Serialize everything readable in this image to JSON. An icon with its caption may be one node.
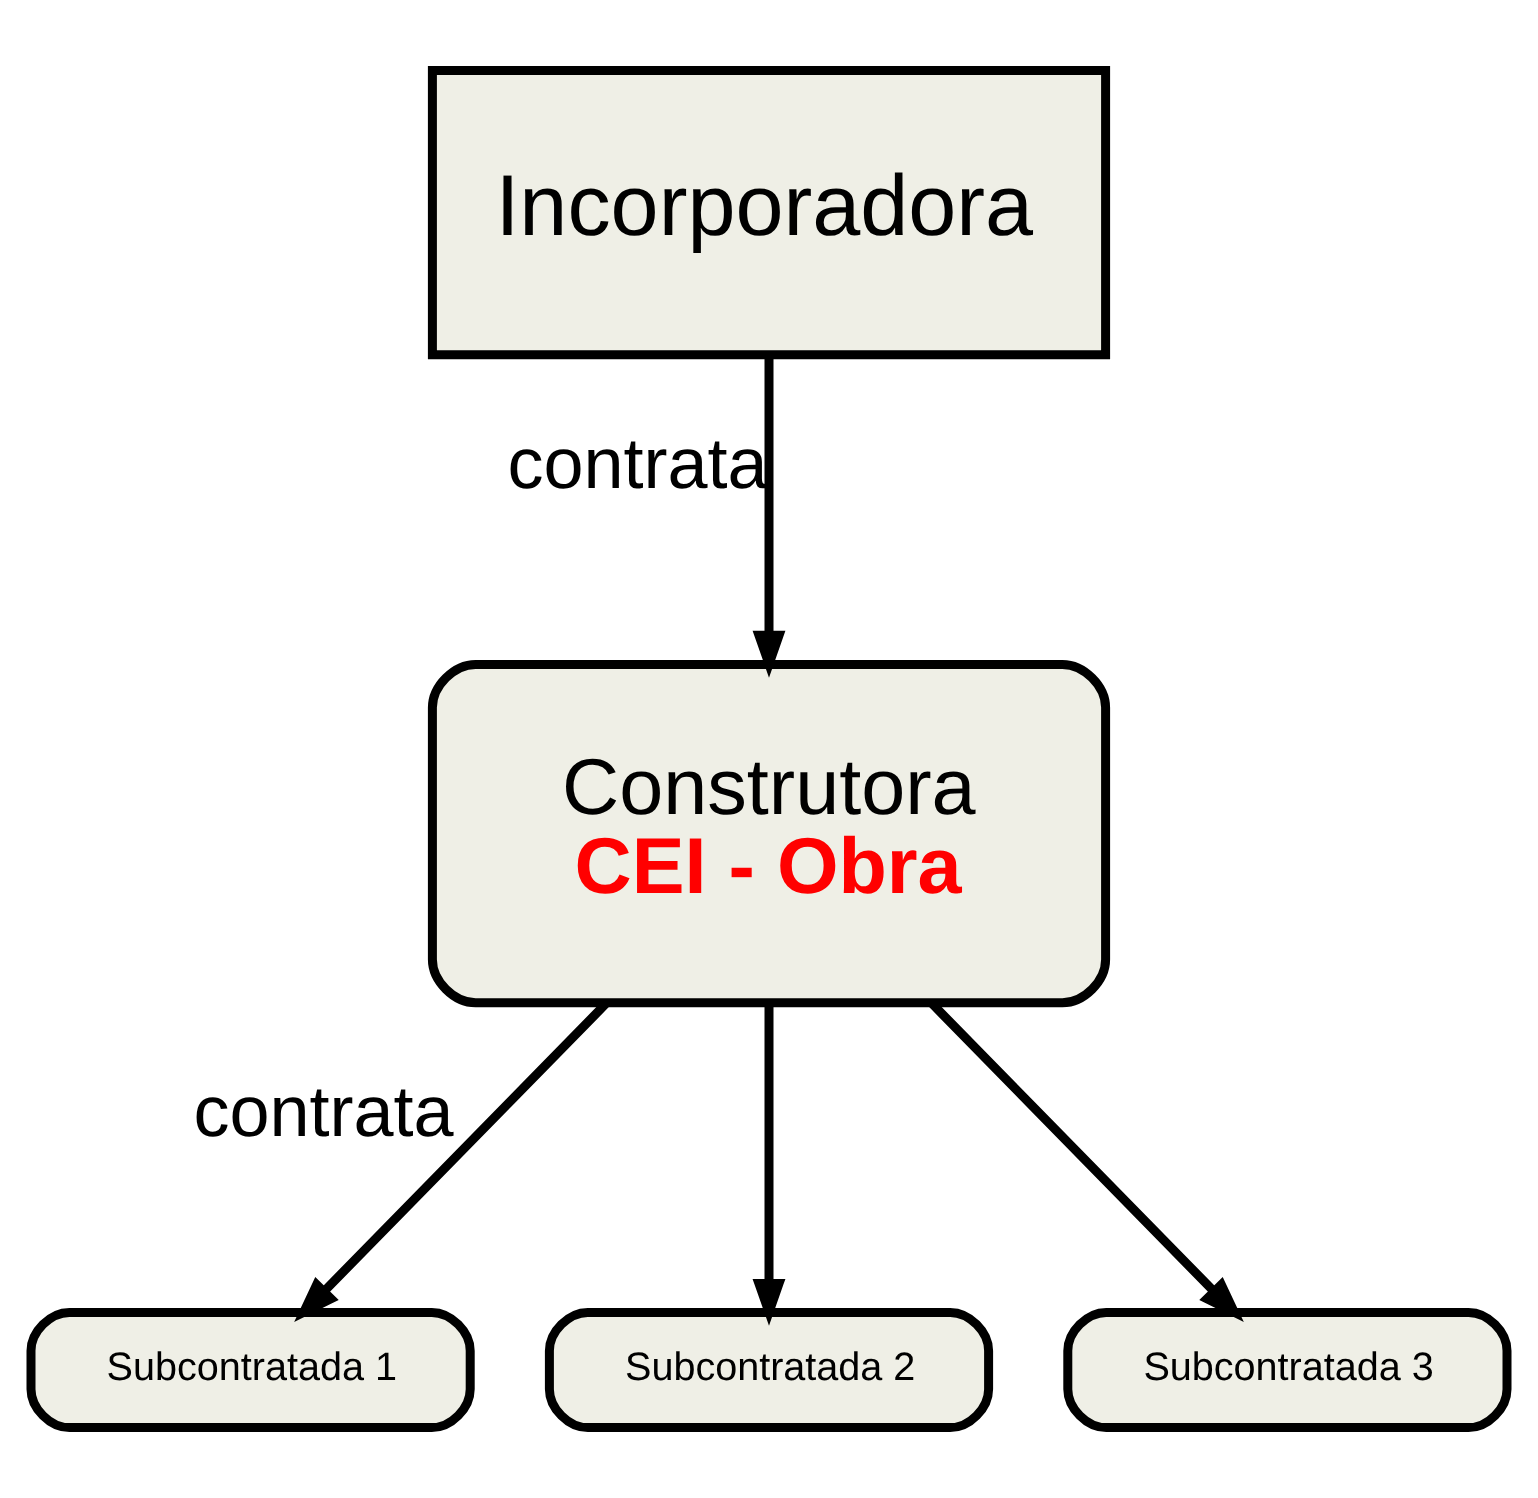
{
  "diagram": {
    "nodes": [
      {
        "text": [
          "Incorporadora"
        ]
      },
      {
        "text": [
          "Construtora",
          "CEI - Obra"
        ]
      },
      {
        "text": [
          "Subcontratada 1"
        ]
      },
      {
        "text": [
          "Subcontratada 2"
        ]
      },
      {
        "text": [
          "Subcontratada 3"
        ]
      }
    ],
    "edges": [
      {
        "from": 0,
        "to": 1,
        "arrow": "to",
        "label": "contrata"
      },
      {
        "from": 1,
        "to": 2,
        "arrow": "to",
        "label": "contrata"
      },
      {
        "from": 1,
        "to": 3,
        "arrow": "to"
      },
      {
        "from": 1,
        "to": 4,
        "arrow": "to"
      }
    ]
  }
}
